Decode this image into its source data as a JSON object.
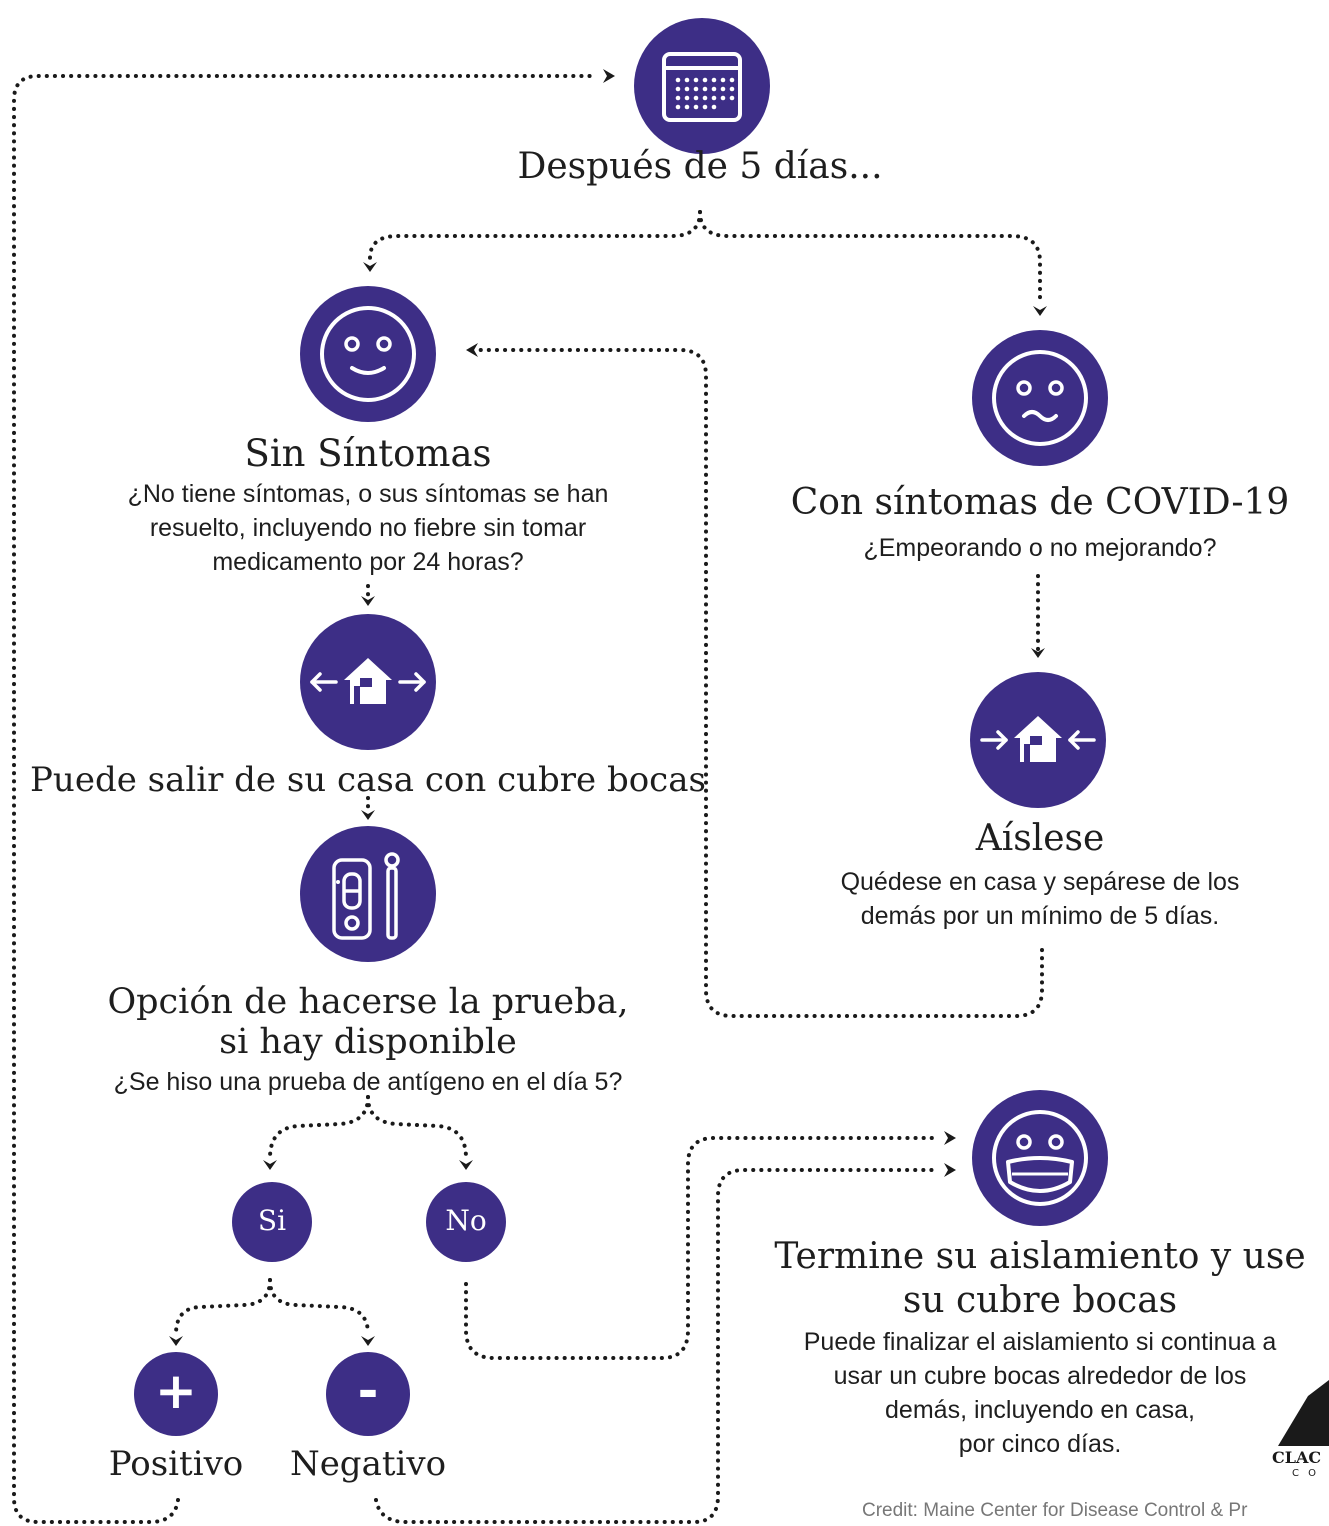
{
  "colors": {
    "node": "#3d2e86",
    "arrow": "#1a1a1a",
    "text": "#1e1e1e"
  },
  "start": {
    "icon": "calendar-icon",
    "title": "Después de 5 días..."
  },
  "no_symptoms": {
    "icon": "smiley-face-icon",
    "title": "Sin Síntomas",
    "desc": [
      "¿No tiene síntomas, o sus síntomas se han",
      "resuelto, incluyendo no fiebre sin tomar",
      "medicamento por 24 horas?"
    ]
  },
  "leave_home": {
    "icon": "house-arrows-out-icon",
    "title": "Puede salir de su casa con cubre bocas"
  },
  "test": {
    "icon": "test-kit-swab-icon",
    "title": [
      "Opción de hacerse la prueba,",
      "si hay disponible"
    ],
    "desc": "¿Se hiso una prueba de antígeno en el día 5?"
  },
  "yes": {
    "label": "Si"
  },
  "no": {
    "label": "No"
  },
  "positive": {
    "symbol": "+",
    "label": "Positivo"
  },
  "negative": {
    "symbol": "-",
    "label": "Negativo"
  },
  "symptoms": {
    "icon": "worried-face-icon",
    "title": "Con síntomas de COVID-19",
    "desc": "¿Empeorando o no mejorando?"
  },
  "isolate": {
    "icon": "house-arrows-in-icon",
    "title": "Aíslese",
    "desc": [
      "Quédese en casa y sepárese de los",
      "demás por un mínimo de 5 días."
    ]
  },
  "end_isolation": {
    "icon": "masked-face-icon",
    "title": [
      "Termine su aislamiento y use",
      "su cubre bocas"
    ],
    "desc": [
      "Puede finalizar el aislamiento si continua a",
      "usar un cubre bocas alrededor de los",
      "demás, incluyendo en casa,",
      "por cinco días."
    ]
  },
  "logo": {
    "text": "CLAC",
    "subtext": "C O"
  },
  "credit": "Credit: Maine Center for Disease Control & Pr"
}
